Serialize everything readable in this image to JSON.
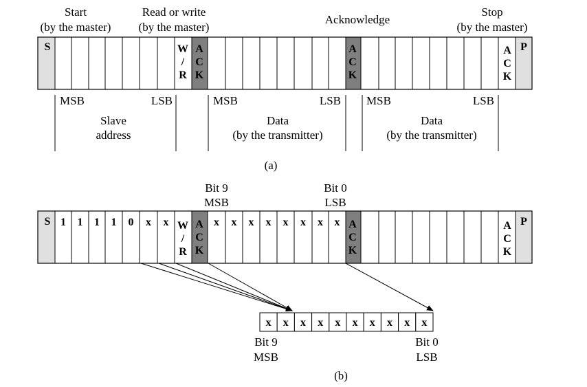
{
  "top": {
    "start": [
      "Start",
      "(by the master)"
    ],
    "rw": [
      "Read or write",
      "(by the master)"
    ],
    "acknowledge": "Acknowledge",
    "stop": [
      "Stop",
      "(by the master)"
    ],
    "s_bit": "S",
    "p_bit": "P",
    "wr_bit": [
      "W",
      "/",
      "R"
    ],
    "ack_bit": [
      "A",
      "C",
      "K"
    ],
    "msb": "MSB",
    "lsb": "LSB",
    "slave_address": [
      "Slave",
      "address"
    ],
    "data": [
      "Data",
      "(by the transmitter)"
    ],
    "caption": "(a)"
  },
  "bottom": {
    "bit9": [
      "Bit 9",
      "MSB"
    ],
    "bit0": [
      "Bit 0",
      "LSB"
    ],
    "s_bit": "S",
    "p_bit": "P",
    "address_bits": [
      "1",
      "1",
      "1",
      "1",
      "0",
      "x",
      "x"
    ],
    "wr_bit": [
      "W",
      "/",
      "R"
    ],
    "ack_bit": [
      "A",
      "C",
      "K"
    ],
    "data_bits": [
      "x",
      "x",
      "x",
      "x",
      "x",
      "x",
      "x",
      "x"
    ],
    "register_bits": [
      "x",
      "x",
      "x",
      "x",
      "x",
      "x",
      "x",
      "x",
      "x",
      "x"
    ],
    "caption": "(b)"
  },
  "colors": {
    "light": "#e0e0e0",
    "dark": "#7f7f7f"
  }
}
